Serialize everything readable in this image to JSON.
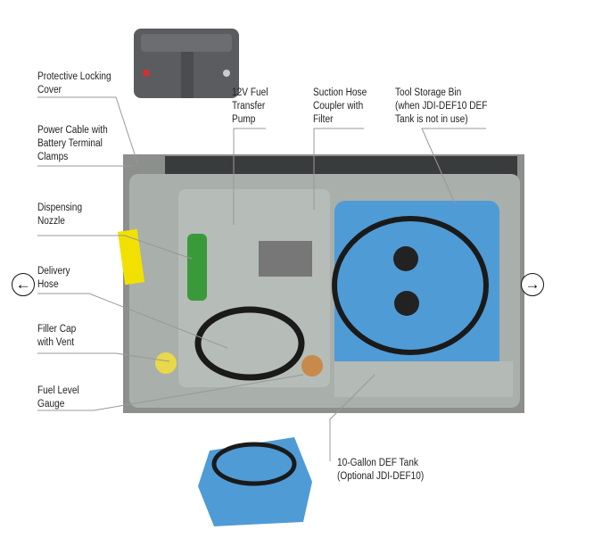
{
  "labels": {
    "cover": "Protective Locking\nCover",
    "power": "Power Cable with\nBattery Terminal\nClamps",
    "nozzle": "Dispensing\nNozzle",
    "hose": "Delivery\nHose",
    "filler": "Filler Cap\nwith Vent",
    "gauge": "Fuel Level\nGauge",
    "pump": "12V Fuel\nTransfer\nPump",
    "coupler": "Suction Hose\nCoupler with\nFilter",
    "bin": "Tool Storage Bin\n(when JDI-DEF10 DEF\nTank is not in use)",
    "def_tank": "10-Gallon DEF Tank\n(Optional JDI-DEF10)"
  },
  "nav": {
    "prev": "←",
    "next": "→"
  },
  "colors": {
    "tub": "#aab0ab",
    "tank": "#4f9bd6",
    "lid": "#55575b",
    "sticker": "#f2e000"
  }
}
